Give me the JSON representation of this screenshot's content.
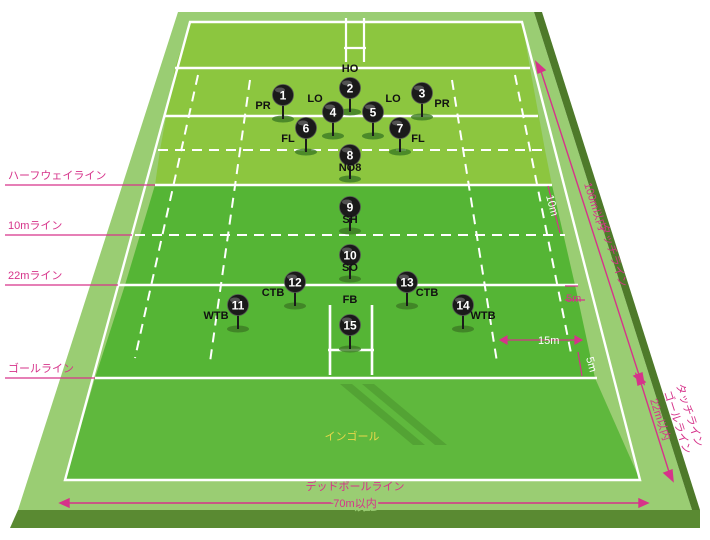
{
  "colors": {
    "border_green": "#9acd73",
    "border_side": "#4e7a2a",
    "border_bottom": "#5a8a32",
    "field_light": "#8cc63f",
    "field_dark": "#55b535",
    "ingoal": "#5fb83d",
    "line": "#ffffff",
    "magenta": "#d6338a",
    "pin": "#1a1a1a"
  },
  "left_labels": {
    "halfway": "ハーフウェイライン",
    "ten": "10mライン",
    "twentytwo": "22mライン",
    "goal": "ゴールライン"
  },
  "right_labels": {
    "touch100": "タッチライン",
    "touch100_sub": "100m以内",
    "ten_m": "10m",
    "five_m": "5m",
    "fifteen_m": "15m",
    "five_m2": "5m",
    "touch_goal": "タッチライン",
    "touch_goal2": "ゴールライン",
    "touch_goal_sub": "22m以内"
  },
  "bottom": {
    "dead_ball": "デッドボールライン",
    "width": "70m以内",
    "ingoal": "インゴール"
  },
  "players": [
    {
      "num": "1",
      "pos": "PR"
    },
    {
      "num": "2",
      "pos": "HO"
    },
    {
      "num": "3",
      "pos": "PR"
    },
    {
      "num": "4",
      "pos": "LO"
    },
    {
      "num": "5",
      "pos": "LO"
    },
    {
      "num": "6",
      "pos": "FL"
    },
    {
      "num": "7",
      "pos": "FL"
    },
    {
      "num": "8",
      "pos": "NO8"
    },
    {
      "num": "9",
      "pos": "SH"
    },
    {
      "num": "10",
      "pos": "SO"
    },
    {
      "num": "11",
      "pos": "WTB"
    },
    {
      "num": "12",
      "pos": "CTB"
    },
    {
      "num": "13",
      "pos": "CTB"
    },
    {
      "num": "14",
      "pos": "WTB"
    },
    {
      "num": "15",
      "pos": "FB"
    }
  ]
}
